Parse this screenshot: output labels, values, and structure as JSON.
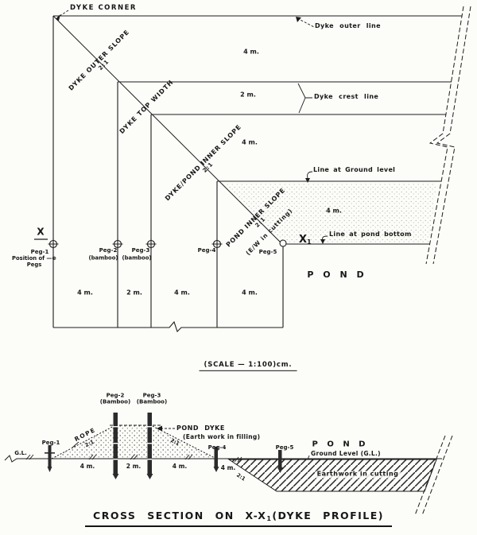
{
  "plan": {
    "corner_label": "DYKE CORNER",
    "outer_line_label": "Dyke outer line",
    "crest_line_label": "Dyke crest line",
    "ground_line_label": "Line at Ground level",
    "pond_bottom_label": "Line at pond bottom",
    "pond_label": "P O N D",
    "slopes": {
      "outer": {
        "name": "DYKE OUTER SLOPE",
        "ratio": "2:1"
      },
      "top_width": {
        "name": "DYKE TOP WIDTH"
      },
      "dyke_pond_inner": {
        "name": "DYKE/POND INNER SLOPE",
        "ratio": "2:1"
      },
      "pond_inner": {
        "name": "POND INNER SLOPE",
        "ratio": "2:1",
        "note": "(E/W in cutting)"
      }
    },
    "band_widths": [
      "4 m.",
      "2 m.",
      "4 m.",
      "4 m."
    ],
    "span_widths": [
      "4 m.",
      "2 m.",
      "4 m.",
      "4 m."
    ],
    "section_start_marker": "X",
    "section_end_marker": "X",
    "section_end_sub": "1",
    "position_note_line1": "Position of —⊕",
    "position_note_line2": "Pegs",
    "pegs": [
      {
        "name": "Peg-1",
        "material": ""
      },
      {
        "name": "Peg-2",
        "material": "(bamboo)"
      },
      {
        "name": "Peg-3",
        "material": "(bamboo)"
      },
      {
        "name": "Peg-4",
        "material": ""
      },
      {
        "name": "Peg-5",
        "material": ""
      }
    ]
  },
  "scale_note": "(SCALE — 1:100)cm.",
  "section": {
    "pegs": [
      {
        "name": "Peg-1",
        "material": ""
      },
      {
        "name": "Peg-2",
        "material": "(Bamboo)"
      },
      {
        "name": "Peg-3",
        "material": "(Bamboo)"
      },
      {
        "name": "Peg-4",
        "material": ""
      },
      {
        "name": "Peg-5",
        "material": ""
      }
    ],
    "rope_label": "ROPE",
    "gl_label": "G.L.",
    "slope_left": "2:1",
    "slope_right": "2:1",
    "slope_cut": "2:1",
    "dyke_label": "POND DYKE",
    "dyke_sublabel": "(Earth work in filling)",
    "pond_label": "P O N D",
    "ground_level_label": "Ground Level (G.L.)",
    "earthwork_label": "Earthwork in cutting",
    "measurements": [
      "4 m.",
      "2 m.",
      "4 m.",
      "4 m."
    ],
    "title_prefix": "CROSS SECTION ON X-X",
    "title_sub": "1",
    "title_suffix": "(DYKE PROFILE)"
  }
}
